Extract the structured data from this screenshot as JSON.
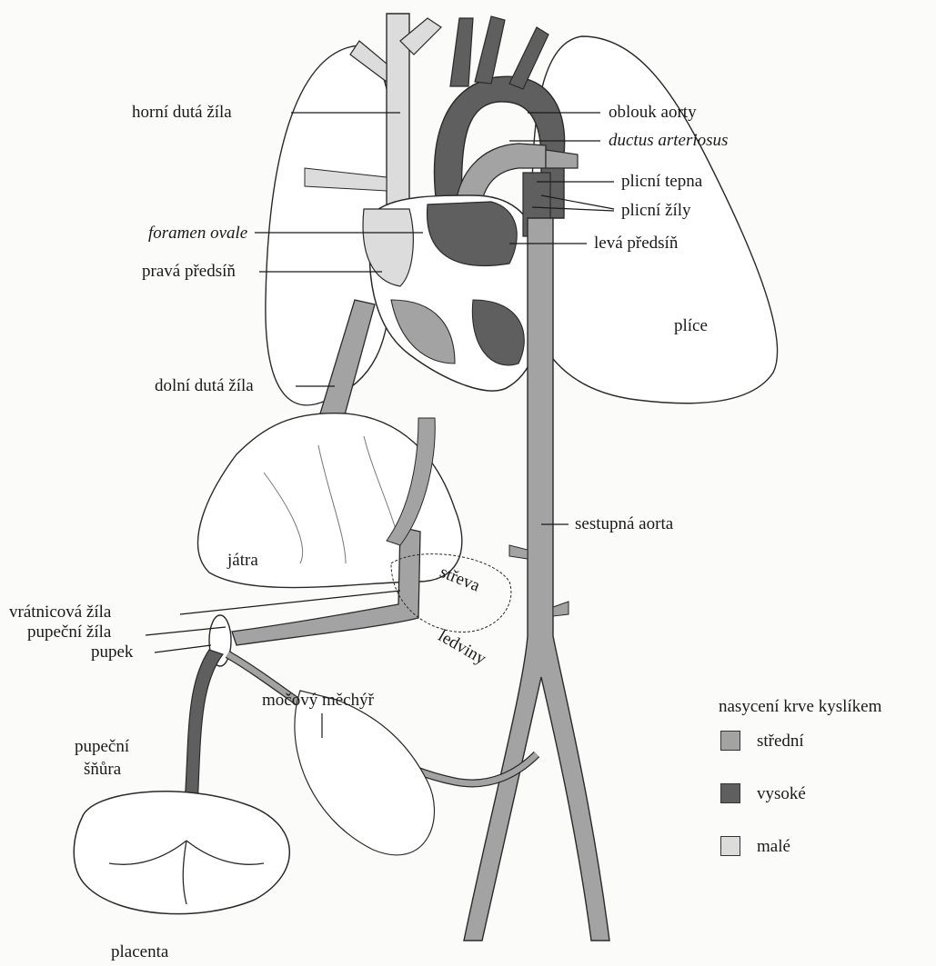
{
  "labels": {
    "horni_duta_zila": "horní dutá žíla",
    "oblouk_aorty": "oblouk aorty",
    "ductus_arteriosus": "ductus arteriosus",
    "plicni_tepna": "plicní tepna",
    "plicni_zily": "plicní žíly",
    "foramen_ovale": "foramen ovale",
    "leva_predsin": "levá předsíň",
    "prava_predsin": "pravá předsíň",
    "plice": "plíce",
    "dolni_duta_zila": "dolní dutá žíla",
    "sestupna_aorta": "sestupná aorta",
    "jatra": "játra",
    "streva": "střeva",
    "vratnicova_zila": "vrátnicová žíla",
    "pupecni_zila": "pupeční žíla",
    "pupek": "pupek",
    "ledviny": "ledviny",
    "mocovy_mechyr": "močový měchýř",
    "pupecni_snura_1": "pupeční",
    "pupecni_snura_2": "šňůra",
    "placenta": "placenta"
  },
  "legend": {
    "title": "nasycení krve kyslíkem",
    "items": [
      {
        "label": "střední",
        "color": "#a3a3a3"
      },
      {
        "label": "vysoké",
        "color": "#5f5f5f"
      },
      {
        "label": "malé",
        "color": "#dcdcdc"
      }
    ]
  },
  "colors": {
    "medium": "#a3a3a3",
    "high": "#5f5f5f",
    "low": "#dcdcdc",
    "outline": "#2a2a2a"
  }
}
